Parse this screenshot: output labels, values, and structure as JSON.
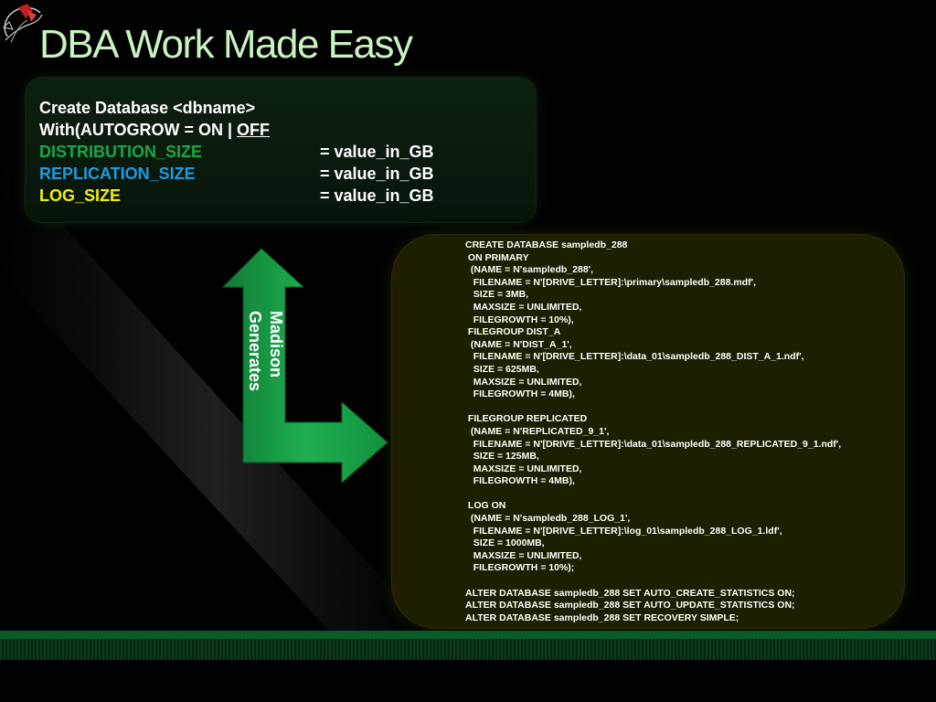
{
  "slide": {
    "title": "DBA Work Made Easy"
  },
  "syntax_box": {
    "line1": "Create Database <dbname>",
    "line2_prefix": "With(AUTOGROW = ON | ",
    "line2_off": "OFF",
    "rows": [
      {
        "key": "DISTRIBUTION_SIZE",
        "value": "= value_in_GB",
        "color": "#17a84a"
      },
      {
        "key": "REPLICATION_SIZE",
        "value": "= value_in_GB",
        "color": "#1e9be0"
      },
      {
        "key": "LOG_SIZE",
        "value": "= value_in_GB",
        "color": "#f4f000"
      }
    ]
  },
  "arrow": {
    "label_line1": "Madison",
    "label_line2": "Generates",
    "color": "#1aa84a"
  },
  "code_box": {
    "lines": [
      "CREATE DATABASE sampledb_288",
      " ON PRIMARY",
      "  (NAME = N'sampledb_288',",
      "   FILENAME = N'[DRIVE_LETTER]:\\primary\\sampledb_288.mdf',",
      "   SIZE = 3MB,",
      "   MAXSIZE = UNLIMITED,",
      "   FILEGROWTH = 10%),",
      " FILEGROUP DIST_A",
      "  (NAME = N'DIST_A_1',",
      "   FILENAME = N'[DRIVE_LETTER]:\\data_01\\sampledb_288_DIST_A_1.ndf',",
      "   SIZE = 625MB,",
      "   MAXSIZE = UNLIMITED,",
      "   FILEGROWTH = 4MB),",
      "",
      " FILEGROUP REPLICATED",
      "  (NAME = N'REPLICATED_9_1',",
      "   FILENAME = N'[DRIVE_LETTER]:\\data_01\\sampledb_288_REPLICATED_9_1.ndf',",
      "   SIZE = 125MB,",
      "   MAXSIZE = UNLIMITED,",
      "   FILEGROWTH = 4MB),",
      "",
      " LOG ON",
      "  (NAME = N'sampledb_288_LOG_1',",
      "   FILENAME = N'[DRIVE_LETTER]:\\log_01\\sampledb_288_LOG_1.ldf',",
      "   SIZE = 1000MB,",
      "   MAXSIZE = UNLIMITED,",
      "   FILEGROWTH = 10%);",
      "",
      "ALTER DATABASE sampledb_288 SET AUTO_CREATE_STATISTICS ON;",
      "ALTER DATABASE sampledb_288 SET AUTO_UPDATE_STATISTICS ON;",
      "ALTER DATABASE sampledb_288 SET RECOVERY SIMPLE;"
    ]
  },
  "colors": {
    "title": "#c8f3c0",
    "background": "#000000",
    "code_box_fill": "#1d1f00",
    "footer_band": "#0b5a2a"
  }
}
